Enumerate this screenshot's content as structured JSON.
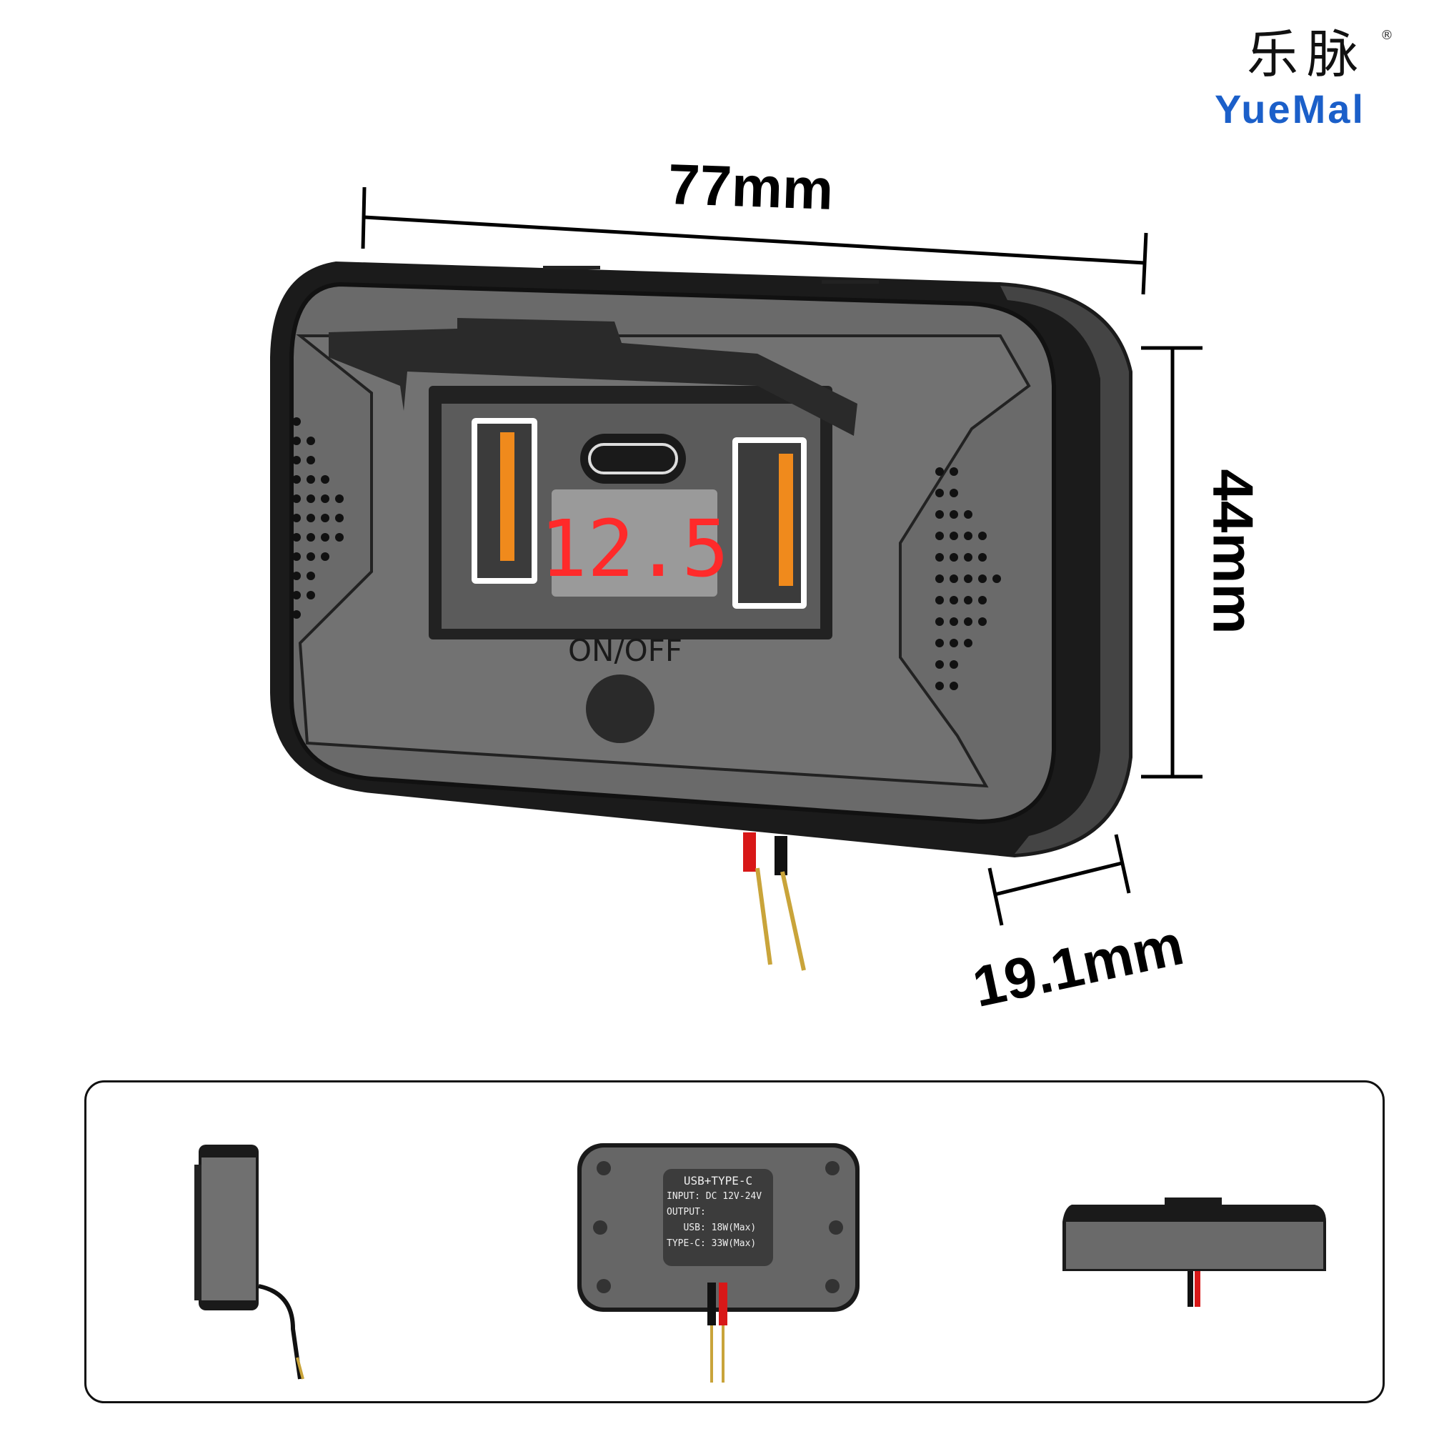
{
  "brand": {
    "name_cn": "乐脉",
    "name_en": "YueMal",
    "registered": "®",
    "color": "#1b5fc9"
  },
  "dimensions": {
    "width": "77mm",
    "height": "44mm",
    "depth": "19.1mm"
  },
  "device": {
    "display_value": "12.5",
    "button_label": "ON/OFF",
    "display_color": "#ff2a2a",
    "port_accent": "#f08a1c"
  },
  "spec_label": {
    "title": "USB+TYPE-C",
    "input": "INPUT: DC 12V-24V",
    "output": "OUTPUT:",
    "usb": "   USB: 18W(Max)",
    "typec": "TYPE-C: 33W(Max)"
  }
}
